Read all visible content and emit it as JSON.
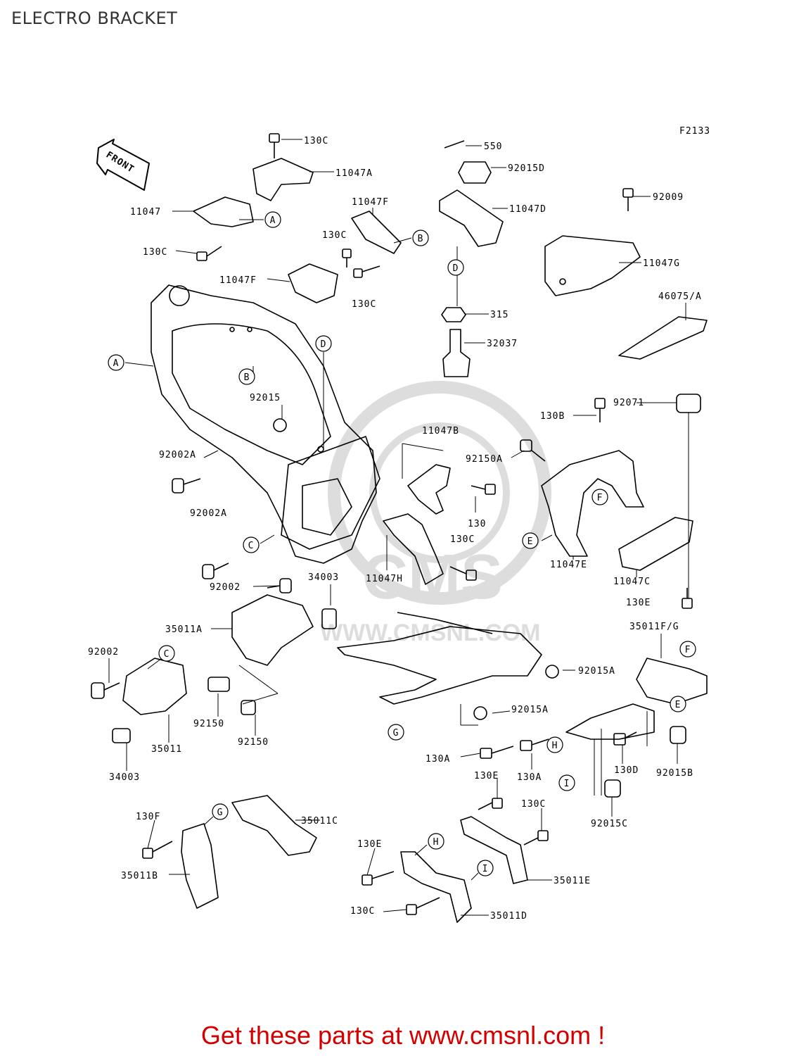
{
  "page": {
    "title": "ELECTRO BRACKET",
    "figure_code": "F2133"
  },
  "front_arrow": "FRONT",
  "watermark": {
    "brand": "CMS",
    "url": "WWW.CMSNL.COM"
  },
  "ref_labels": [
    "A",
    "B",
    "C",
    "D",
    "E",
    "F",
    "G",
    "H",
    "I"
  ],
  "parts": [
    "130C",
    "11047A",
    "11047",
    "130C",
    "11047F",
    "130C",
    "11047F",
    "130C",
    "550",
    "92015D",
    "11047D",
    "315",
    "32037",
    "92009",
    "11047G",
    "46075/A",
    "92015",
    "92002A",
    "92002A",
    "11047B",
    "92150A",
    "130",
    "130C",
    "11047H",
    "130B",
    "92071",
    "11047E",
    "11047C",
    "130E",
    "92002",
    "34003",
    "35011A",
    "92002",
    "92150",
    "92150",
    "35011",
    "34003",
    "35011F/G",
    "92015A",
    "92015A",
    "130A",
    "130A",
    "130D",
    "92015B",
    "92015C",
    "130E",
    "130C",
    "130F",
    "35011C",
    "35011B",
    "130E",
    "35011E",
    "130C",
    "35011D"
  ],
  "footer": {
    "cta": "Get these parts at www.cmsnl.com !"
  }
}
